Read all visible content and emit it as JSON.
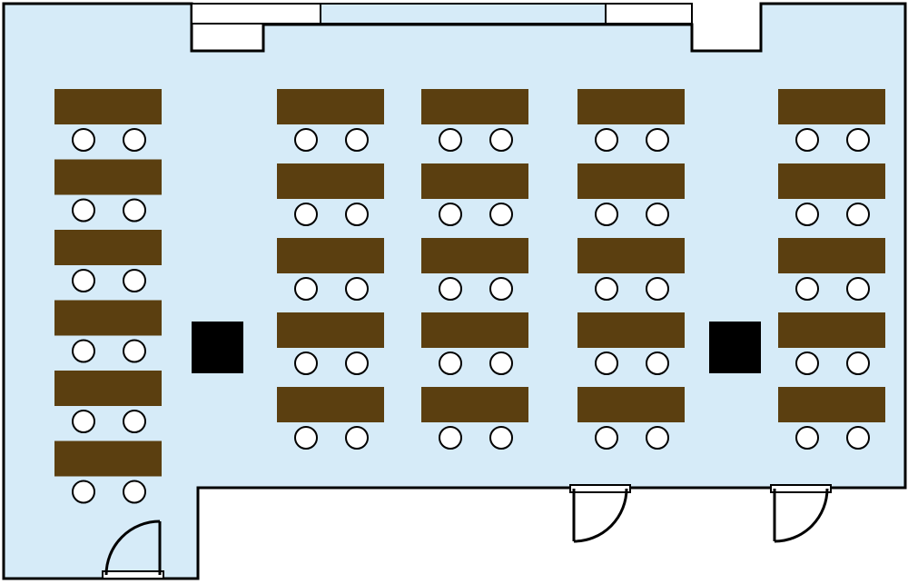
{
  "colors": {
    "floor": "#d6ebf8",
    "wall": "#000000",
    "desk": "#5b3f10",
    "chair_fill": "#ffffff",
    "pillar": "#000000",
    "outside": "#ffffff"
  },
  "layout_groups": [
    {
      "name": "left-wall-row",
      "desk_rows": 6,
      "chairs_per_desk": 2
    },
    {
      "name": "center-block-1",
      "desk_rows": 5,
      "chairs_per_desk": 2
    },
    {
      "name": "center-block-2",
      "desk_rows": 5,
      "chairs_per_desk": 2
    },
    {
      "name": "center-block-3",
      "desk_rows": 5,
      "chairs_per_desk": 2
    },
    {
      "name": "right-wall-row",
      "desk_rows": 5,
      "chairs_per_desk": 2
    }
  ],
  "pillars": 2,
  "doors": 3,
  "icons": {
    "desk": "desk-icon",
    "chair": "chair-icon",
    "pillar": "pillar-icon",
    "door": "door-swing-icon"
  }
}
